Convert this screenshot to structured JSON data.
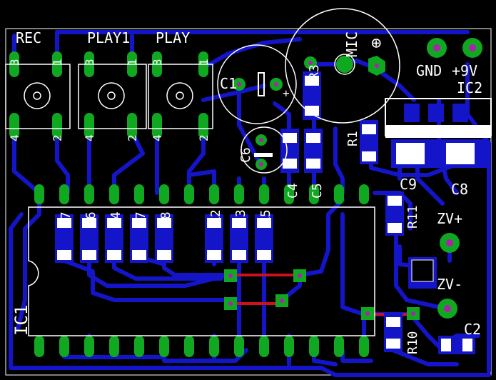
{
  "colors": {
    "background": "#000000",
    "bottom_copper": "#1414c8",
    "top_copper": "#cc1020",
    "pad": "#10a820",
    "silkscreen": "#ffffff",
    "pad_smd": "#ffffff",
    "via": "#b020b0"
  },
  "labels": {
    "rec": "REC",
    "play1": "PLAY1",
    "play": "PLAY",
    "gnd": "GND",
    "plus9v": "+9V",
    "ic2": "IC2",
    "mic": "MIC",
    "mic_polarity": "⊕",
    "ic1": "IC1",
    "zv_plus": "ZV+",
    "zv_minus": "ZV-",
    "reg_plus": "+"
  },
  "switch_pins": {
    "top_left": "3",
    "top_right": "1",
    "bottom_left": "4",
    "bottom_right": "2"
  },
  "components": {
    "c1": "C1",
    "c2": "C2",
    "c3": "C3",
    "c4": "C4",
    "c5": "C5",
    "c6": "C6",
    "c7": "C7",
    "c8": "C8",
    "c9": "C9",
    "r1": "R1",
    "r2": "R2",
    "r3": "R3",
    "r4": "R4",
    "r5": "R5",
    "r6": "R6",
    "r7": "R7",
    "r8": "R8",
    "r10": "R10",
    "r11": "R11"
  }
}
